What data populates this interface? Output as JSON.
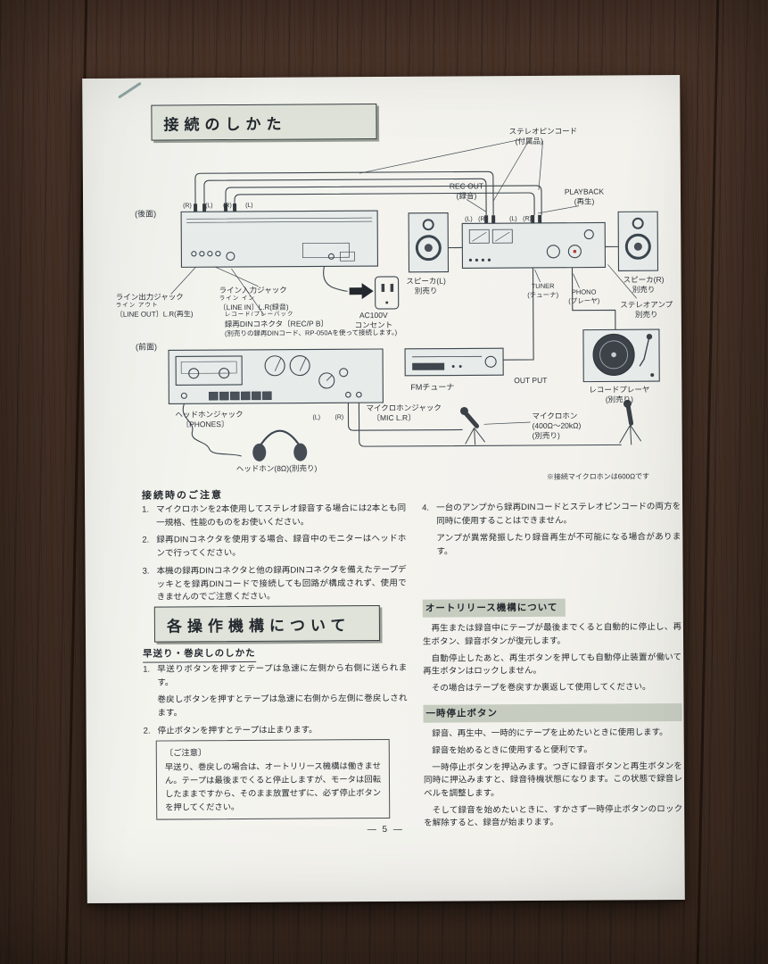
{
  "doc": {
    "title1": "接続のしかた",
    "title2": "各操作機構について",
    "page_number": "— 5 —"
  },
  "diagram": {
    "labels": {
      "stereo_pin_cord": "ステレオピンコード",
      "stereo_pin_cord_sub": "(付属品)",
      "rec_out": "REC OUT",
      "rec_out_sub": "(録音)",
      "playback": "PLAYBACK",
      "playback_sub": "(再生)",
      "rear_view": "(後面)",
      "front_view": "(前面)",
      "speaker_l": "スピーカ(L)",
      "speaker_r": "スピーカ(R)",
      "optional": "別売り",
      "optional_paren": "(別売り)",
      "tuner": "TUNER",
      "tuner_sub": "(チューナ)",
      "phono": "PHONO",
      "phono_sub": "(プレーヤ)",
      "stereo_amp": "ステレオアンプ",
      "line_out_1": "ライン出力ジャック",
      "line_out_ruby": "ライン アウト",
      "line_out_2": "〔LINE OUT〕L.R(再生)",
      "line_in_1": "ライン入力ジャック",
      "line_in_ruby": "ライン イン",
      "line_in_2": "〔LINE IN〕L.R(録音)",
      "din_ruby": "レコード/プレーバック",
      "din_1": "録再DINコネクタ〔REC/P B〕",
      "din_note": "(別売りの録再DINコード、RP-050Aを使って接続します。)",
      "ac_1": "AC100V",
      "ac_2": "コンセント",
      "fm_tuner": "FMチューナ",
      "out_put": "OUT PUT",
      "record_player": "レコードプレーヤ",
      "phones_1": "ヘッドホンジャック",
      "phones_2": "〔PHONES〕",
      "mic_jack_1": "マイクロホンジャック",
      "mic_jack_2": "〔MIC L.R〕",
      "headphone": "ヘッドホン(8Ω)(別売り)",
      "microphone": "マイクロホン",
      "microphone_spec": "(400Ω～20kΩ)",
      "mic_note": "※接続マイクロホンは600Ωです",
      "l": "(L)",
      "r": "(R)"
    }
  },
  "notes": {
    "heading": "接続時のご注意",
    "items": [
      {
        "num": "1.",
        "text": "マイクロホンを2本使用してステレオ録音する場合には2本とも同一規格、性能のものをお使いください。"
      },
      {
        "num": "2.",
        "text": "録再DINコネクタを使用する場合、録音中のモニターはヘッドホンで行ってください。"
      },
      {
        "num": "3.",
        "text": "本機の録再DINコネクタと他の録再DINコネクタを備えたテープデッキとを録再DINコードで接続しても回路が構成されず、使用できませんのでご注意ください。"
      }
    ],
    "item4_num": "4.",
    "item4_text": "一台のアンプから録再DINコードとステレオピンコードの両方を同時に使用することはできません。",
    "item4_text2": "アンプが異常発振したり録音再生が不可能になる場合があります。"
  },
  "ops": {
    "ff": {
      "heading": "早送り・巻戻しのしかた",
      "item1_num": "1.",
      "item1a": "早送りボタンを押すとテープは急速に左側から右側に送られます。",
      "item1b": "巻戻しボタンを押すとテープは急速に右側から左側に巻戻しされます。",
      "item2_num": "2.",
      "item2": "停止ボタンを押すとテープは止まります。",
      "caution_title": "〔ご注意〕",
      "caution_body": "早送り、巻戻しの場合は、オートリリース機構は働きません。テープは最後までくると停止しますが、モータは回転したままですから、そのまま放置せずに、必ず停止ボタンを押してください。"
    },
    "auto_release": {
      "heading": "オートリリース機構について",
      "p1": "再生または録音中にテープが最後までくると自動的に停止し、再生ボタン、録音ボタンが復元します。",
      "p2": "自動停止したあと、再生ボタンを押しても自動停止装置が働いて再生ボタンはロックしません。",
      "p3": "その場合はテープを巻戻すか裏返して使用してください。"
    },
    "pause": {
      "heading": "一時停止ボタン",
      "p1": "録音、再生中、一時的にテープを止めたいときに使用します。",
      "p2": "録音を始めるときに使用すると便利です。",
      "p3": "一時停止ボタンを押込みます。つぎに録音ボタンと再生ボタンを同時に押込みますと、録音待機状態になります。この状態で録音レベルを調整します。",
      "p4": "そして録音を始めたいときに、すかさず一時停止ボタンのロックを解除すると、録音が始まります。"
    }
  }
}
